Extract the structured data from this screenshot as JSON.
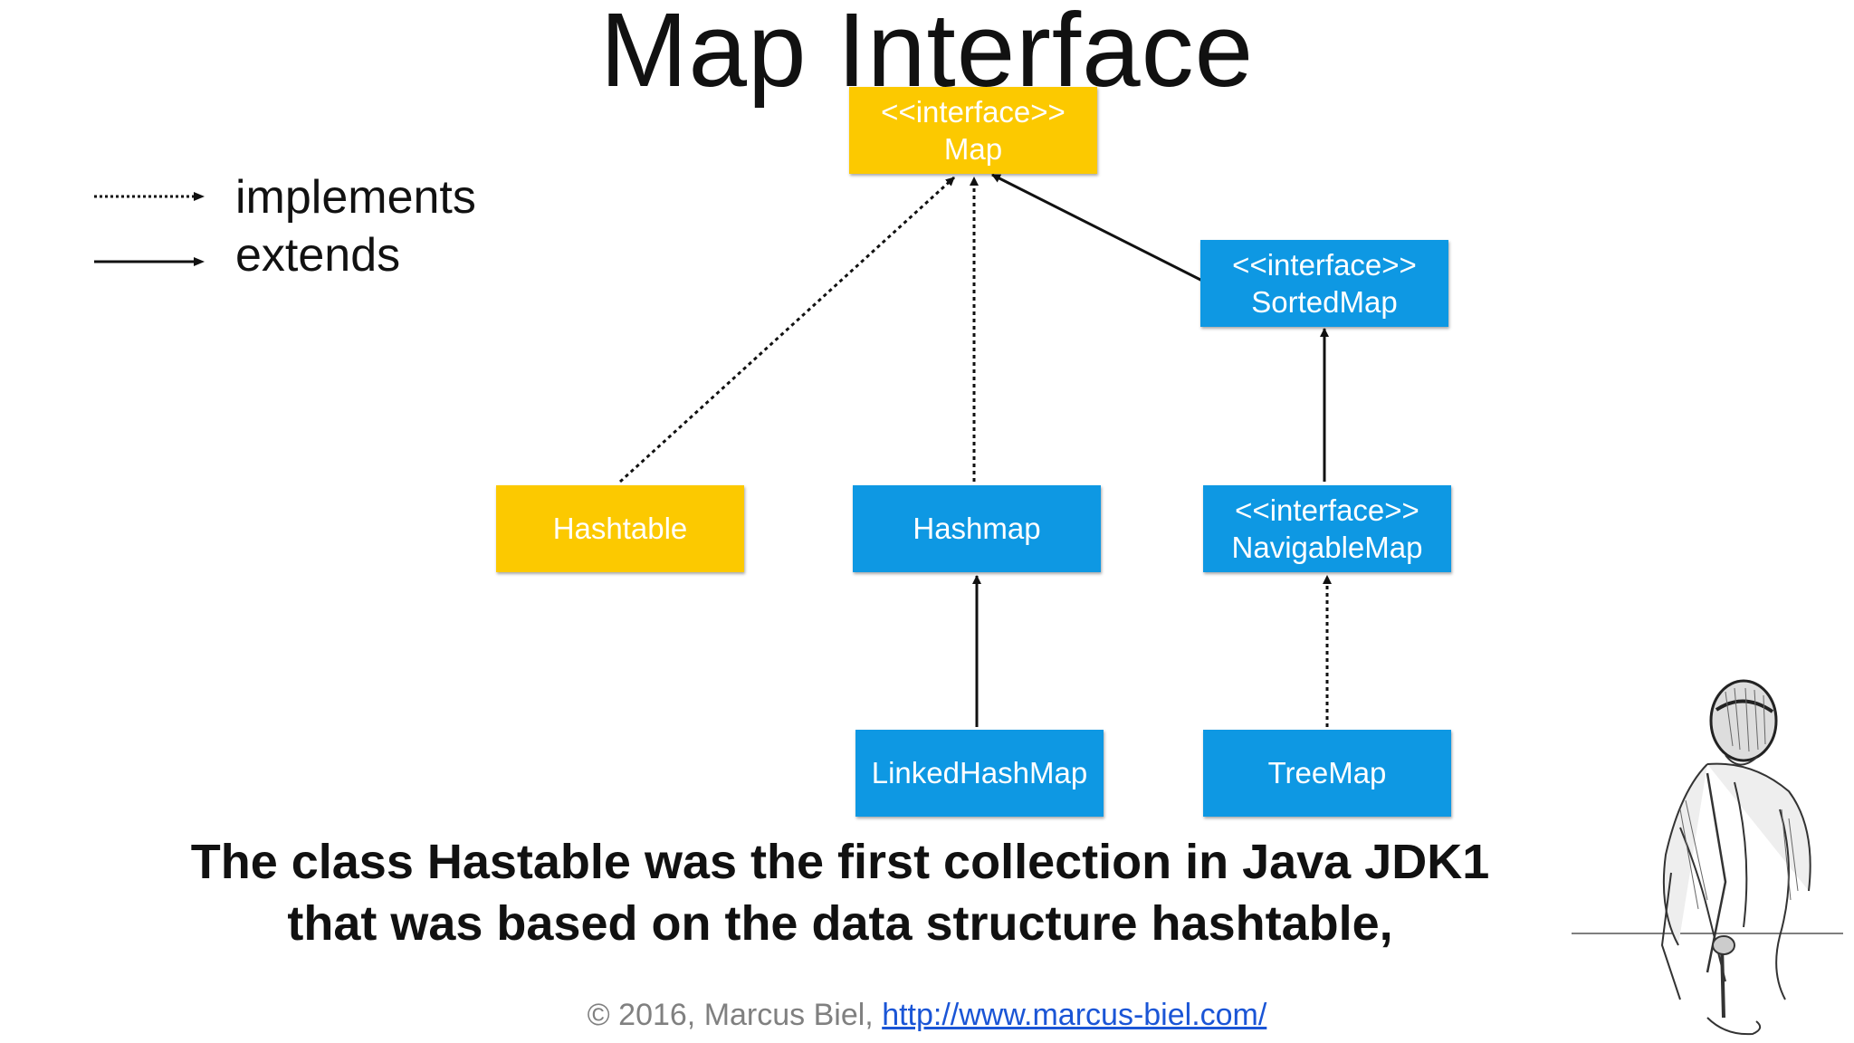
{
  "title": "Map Interface",
  "legend": {
    "implements": "implements",
    "extends": "extends"
  },
  "nodes": {
    "map": {
      "stereotype": "<<interface>>",
      "name": "Map"
    },
    "sortedmap": {
      "stereotype": "<<interface>>",
      "name": "SortedMap"
    },
    "hashtable": {
      "name": "Hashtable"
    },
    "hashmap": {
      "name": "Hashmap"
    },
    "navigablemap": {
      "stereotype": "<<interface>>",
      "name": "NavigableMap"
    },
    "linkedhashmap": {
      "name": "LinkedHashMap"
    },
    "treemap": {
      "name": "TreeMap"
    }
  },
  "edges": [
    {
      "from": "Hashtable",
      "to": "Map",
      "relation": "implements"
    },
    {
      "from": "Hashmap",
      "to": "Map",
      "relation": "implements"
    },
    {
      "from": "SortedMap",
      "to": "Map",
      "relation": "extends"
    },
    {
      "from": "NavigableMap",
      "to": "SortedMap",
      "relation": "extends"
    },
    {
      "from": "LinkedHashMap",
      "to": "Hashmap",
      "relation": "extends"
    },
    {
      "from": "TreeMap",
      "to": "NavigableMap",
      "relation": "implements"
    }
  ],
  "colors": {
    "interface_box": "#fcc900",
    "class_box": "#0e98e3",
    "link": "#1a55d6"
  },
  "caption": {
    "line1": "The class Hastable was the first collection in Java JDK1",
    "line2": "that was based on the data structure hashtable,"
  },
  "footer": {
    "copyright": "© 2016, Marcus Biel,",
    "link_text": "http://www.marcus-biel.com/"
  },
  "illustration": "craftsman-sketch"
}
